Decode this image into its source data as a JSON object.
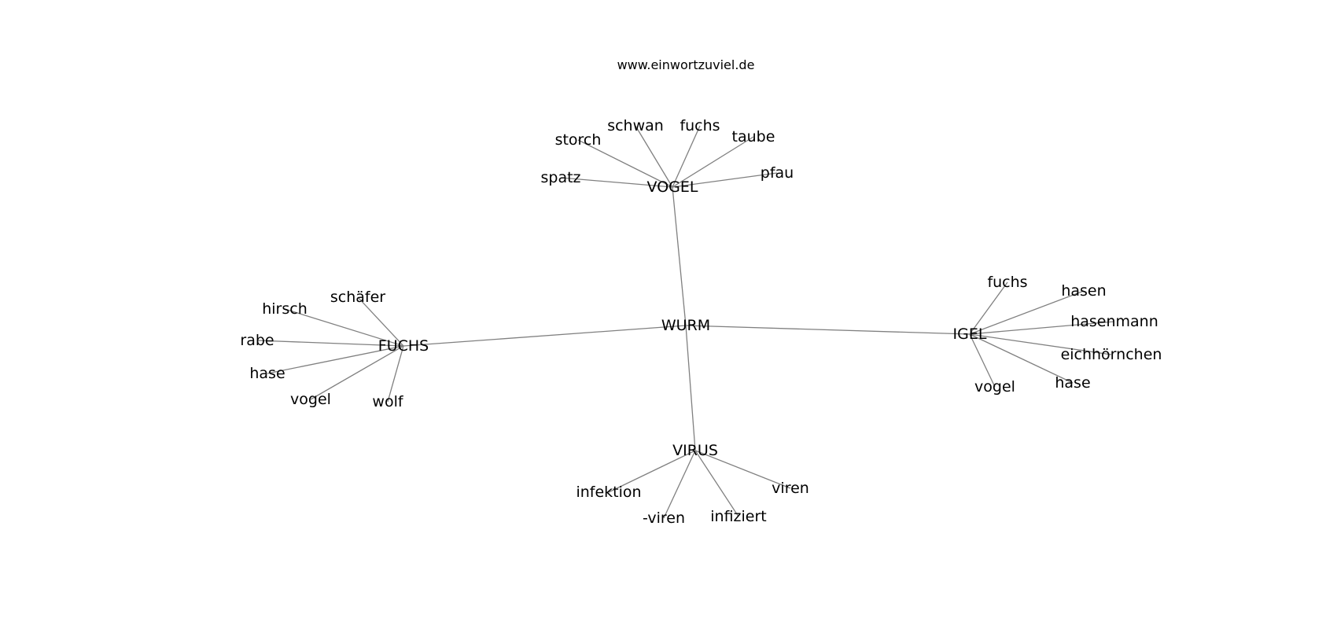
{
  "title": "www.einwortzuviel.de",
  "center": "WURM",
  "hubs": [
    {
      "id": "vogel",
      "label": "VOGEL",
      "leaves": [
        "spatz",
        "storch",
        "schwan",
        "fuchs",
        "taube",
        "pfau"
      ]
    },
    {
      "id": "fuchs",
      "label": "FUCHS",
      "leaves": [
        "hirsch",
        "schäfer",
        "rabe",
        "hase",
        "vogel",
        "wolf"
      ]
    },
    {
      "id": "igel",
      "label": "IGEL",
      "leaves": [
        "fuchs",
        "hasen",
        "hasenmann",
        "eichhörnchen",
        "hase",
        "vogel"
      ]
    },
    {
      "id": "virus",
      "label": "VIRUS",
      "leaves": [
        "infektion",
        "-viren",
        "infiziert",
        "viren"
      ]
    }
  ]
}
